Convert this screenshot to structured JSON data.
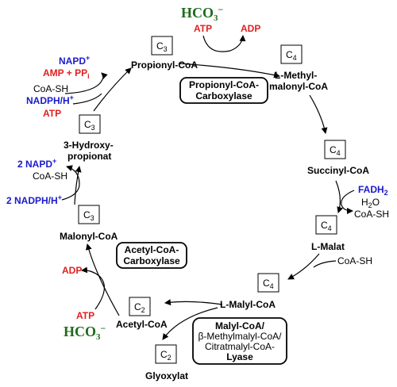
{
  "compounds": {
    "propionyl_coa": "Propionyl-CoA",
    "methylmalonyl_coa_line1": "L-Methyl-",
    "methylmalonyl_coa_line2": "malonyl-CoA",
    "succinyl_coa": "Succinyl-CoA",
    "malat": "L-Malat",
    "malyl_coa": "L-Malyl-CoA",
    "acetyl_coa": "Acetyl-CoA",
    "glyoxylat": "Glyoxylat",
    "malonyl_coa": "Malonyl-CoA",
    "hydroxypropionat_line1": "3-Hydroxy-",
    "hydroxypropionat_line2": "propionat"
  },
  "carbon_counts": {
    "propionyl_coa": "C3",
    "methylmalonyl_coa": "C4",
    "succinyl_coa": "C4",
    "malat": "C4",
    "malyl_coa": "C4",
    "acetyl_coa": "C2",
    "glyoxylat": "C2",
    "malonyl_coa": "C3",
    "hydroxypropionat": "C3"
  },
  "enzymes": {
    "propionyl_carboxylase_line1": "Propionyl-CoA-",
    "propionyl_carboxylase_line2": "Carboxylase",
    "acetyl_carboxylase_line1": "Acetyl-CoA-",
    "acetyl_carboxylase_line2": "Carboxylase",
    "lyase_line1": "Malyl-CoA/",
    "lyase_line2": "β-Methylmalyl-CoA/",
    "lyase_line3": "Citratmalyl-CoA-",
    "lyase_line4": "Lyase"
  },
  "cofactors": {
    "hco3_top": "HCO3−",
    "atp_top": "ATP",
    "adp_top": "ADP",
    "napd_left": "NAPD+",
    "amp_ppi": "AMP + PPi",
    "coash_left": "CoA-SH",
    "nadph_left": "NADPH/H+",
    "atp_left": "ATP",
    "two_napd": "2 NAPD+",
    "coash_left2": "CoA-SH",
    "two_nadph": "2 NADPH/H+",
    "fadh2": "FADH2",
    "h2o": "H2O",
    "coash_right": "CoA-SH",
    "coash_bottom": "CoA-SH",
    "adp_bottom": "ADP",
    "atp_bottom": "ATP",
    "hco3_bottom": "HCO3−"
  },
  "colors": {
    "red": "#e02020",
    "blue": "#1a1acc",
    "green": "#1f6b1f"
  }
}
